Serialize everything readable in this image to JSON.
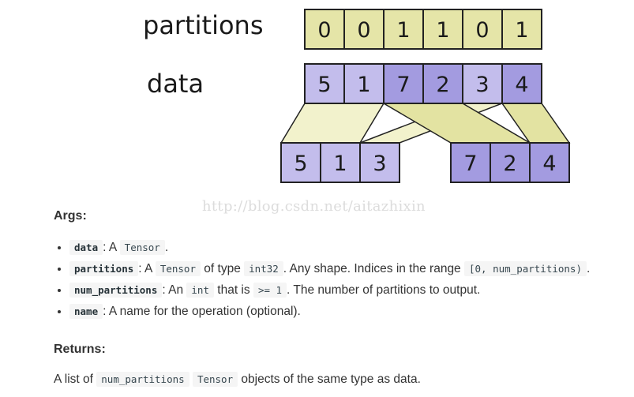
{
  "diagram": {
    "partitions_label": "partitions",
    "data_label": "data",
    "partitions": [
      "0",
      "0",
      "1",
      "1",
      "0",
      "1"
    ],
    "data": [
      "5",
      "1",
      "7",
      "2",
      "3",
      "4"
    ],
    "output_0": [
      "5",
      "1",
      "3"
    ],
    "output_1": [
      "7",
      "2",
      "4"
    ],
    "colors": {
      "partition_cell": "#e5e5a8",
      "partition_cell_dark": "#dcdc95",
      "data_light": "#c3bdec",
      "data_dark": "#a39be0",
      "band_0": "#f2f2cc",
      "band_1": "#e3e3a2",
      "stroke": "#222222"
    }
  },
  "watermark": "http://blog.csdn.net/aitazhixin",
  "args": {
    "title": "Args:",
    "items": [
      {
        "name": "data",
        "sep": ": A ",
        "code1": "Tensor",
        "rest1": "."
      },
      {
        "name": "partitions",
        "sep": ": A ",
        "code1": "Tensor",
        "rest1": " of type ",
        "code2": "int32",
        "rest2": ". Any shape. Indices in the range ",
        "code3": "[0, num_partitions)",
        "rest3": "."
      },
      {
        "name": "num_partitions",
        "sep": ": An ",
        "code1": "int",
        "rest1": " that is ",
        "code2": ">= 1",
        "rest2": ". The number of partitions to output."
      },
      {
        "name": "name",
        "sep": ": A name for the operation (optional)."
      }
    ]
  },
  "returns": {
    "title": "Returns:",
    "pre": "A list of ",
    "code1": "num_partitions",
    "code2": "Tensor",
    "post": " objects of the same type as data."
  }
}
